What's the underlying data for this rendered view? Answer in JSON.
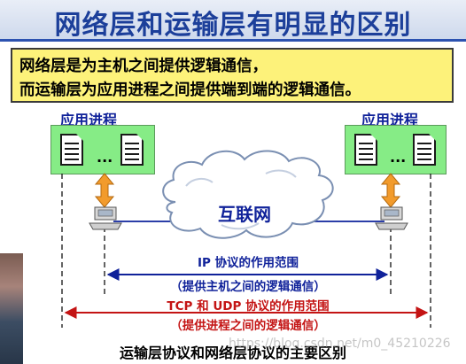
{
  "title": "网络层和运输层有明显的区别",
  "highlight": {
    "line1": "网络层是为主机之间提供逻辑通信，",
    "line2": "而运输层为应用进程之间提供端到端的逻辑通信。"
  },
  "left_host": {
    "label": "应用进程",
    "dots": "..."
  },
  "right_host": {
    "label": "应用进程",
    "dots": "..."
  },
  "cloud": {
    "label": "互联网"
  },
  "ip_scope": {
    "line1": "IP 协议的作用范围",
    "line2": "（提供主机之间的逻辑通信）"
  },
  "tcp_scope": {
    "line1": "TCP 和 UDP 协议的作用范围",
    "line2": "（提供进程之间的逻辑通信）"
  },
  "caption": "运输层协议和网络层协议的主要区别",
  "watermark": "https://blog.csdn.net/m0_45210226",
  "colors": {
    "title": "#1c3f9a",
    "highlight_bg": "#fdf27a",
    "process_box": "#86ec86",
    "arrow": "#f29b2c",
    "ip_blue": "#10229a",
    "tcp_red": "#c41414",
    "cloud_fill": "#ffffff"
  }
}
